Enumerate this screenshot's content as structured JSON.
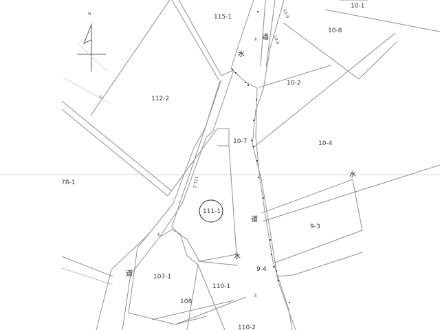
{
  "map": {
    "north_label": "N",
    "road_chars": {
      "michi": "道",
      "mizu": "水"
    },
    "parcels": {
      "p115_1": "115-1",
      "p10_1": "10-1",
      "p10_8": "10-8",
      "p10_2": "10-2",
      "p112_2": "112-2",
      "p10_7": "10-7",
      "p10_4": "10-4",
      "p78_1": "78-1",
      "p111_1": "111-1",
      "p9_3": "9-3",
      "p9_4": "9-4",
      "p107_1": "107-1",
      "p110_1": "110-1",
      "p108": "108",
      "p110_2": "110-2"
    },
    "road_markers": {
      "r10_8": "10-8",
      "r10_9": "10-9",
      "r111_2": "111-2"
    },
    "circled_one": "①"
  }
}
